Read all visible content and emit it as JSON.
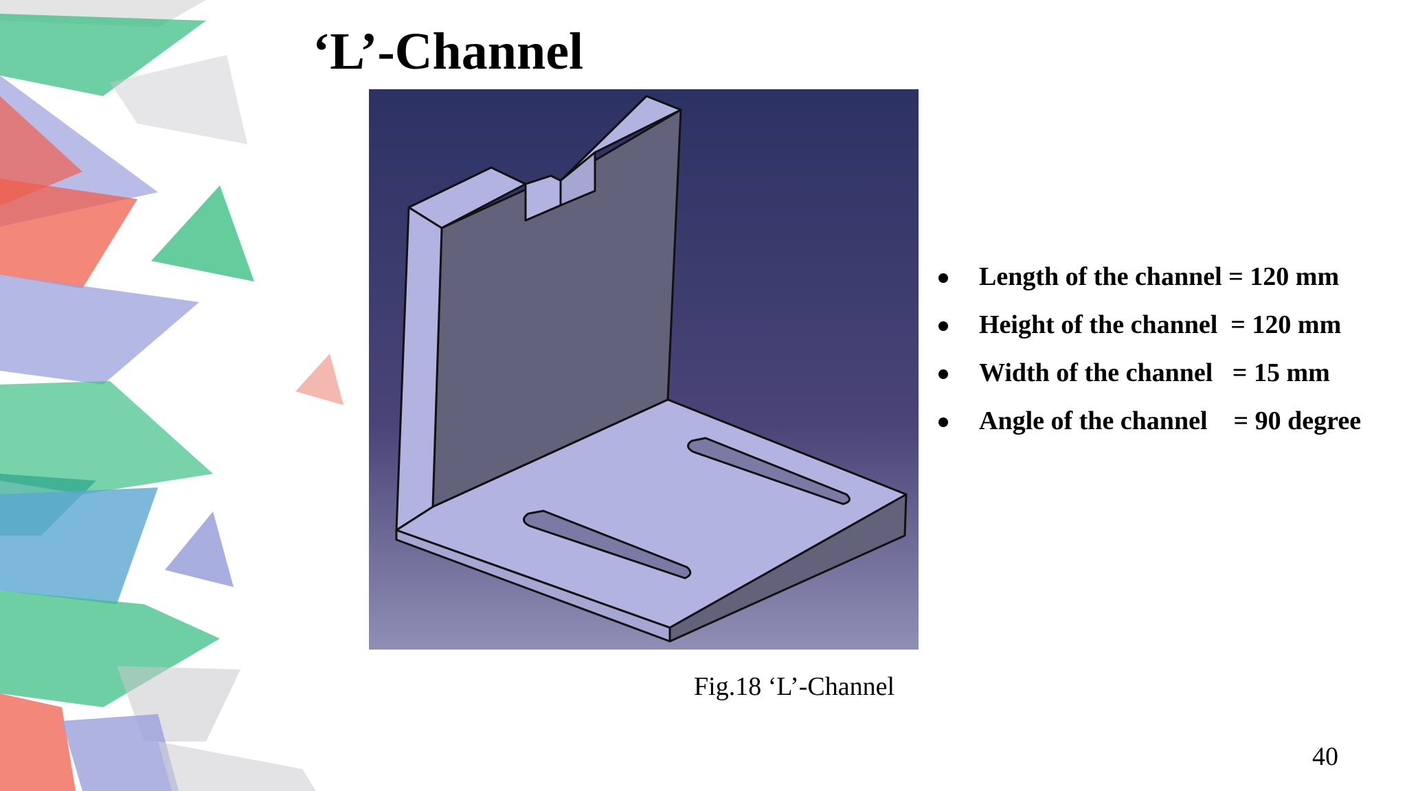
{
  "slide": {
    "title": "‘L’-Channel",
    "figure_caption": "Fig.18 ‘L’-Channel",
    "page_number": "40",
    "bullets": [
      "Length of the channel = 120 mm",
      "Height of the channel  = 120 mm",
      "Width of the channel   = 15 mm",
      "Angle of the channel    = 90 degree"
    ]
  },
  "colors": {
    "cad_background_top": "#2c3263",
    "cad_background_bottom": "#8f8fb5",
    "part_light_face": "#b3b3e2",
    "part_dark_face": "#62637a",
    "decor_green": "#3fbf86",
    "decor_red": "#ef5f4e",
    "decor_blue": "#5aa6d0",
    "decor_lavender": "#9aa0db"
  }
}
